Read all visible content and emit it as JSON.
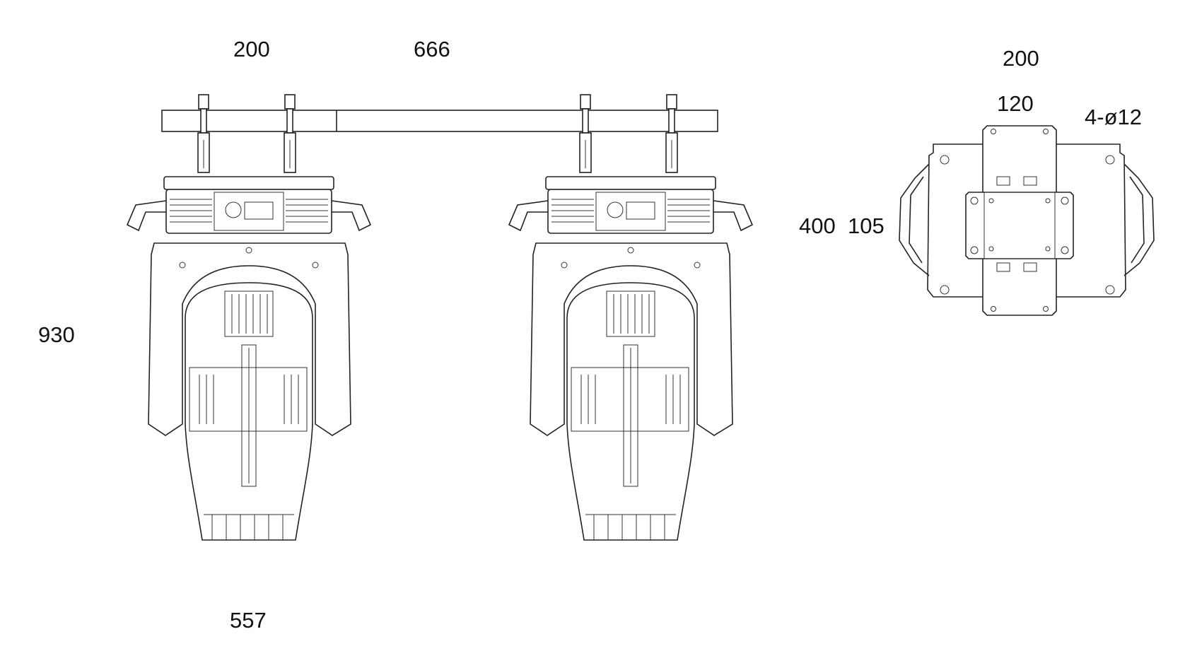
{
  "dimensions": {
    "clamp_spacing": "200",
    "fixture_spacing": "666",
    "height": "930",
    "width": "557",
    "base_width": "200",
    "plate_width": "120",
    "holes": "4-ø12",
    "base_depth": "400",
    "plate_depth": "105"
  },
  "colors": {
    "line": "#222222",
    "background": "#ffffff"
  }
}
